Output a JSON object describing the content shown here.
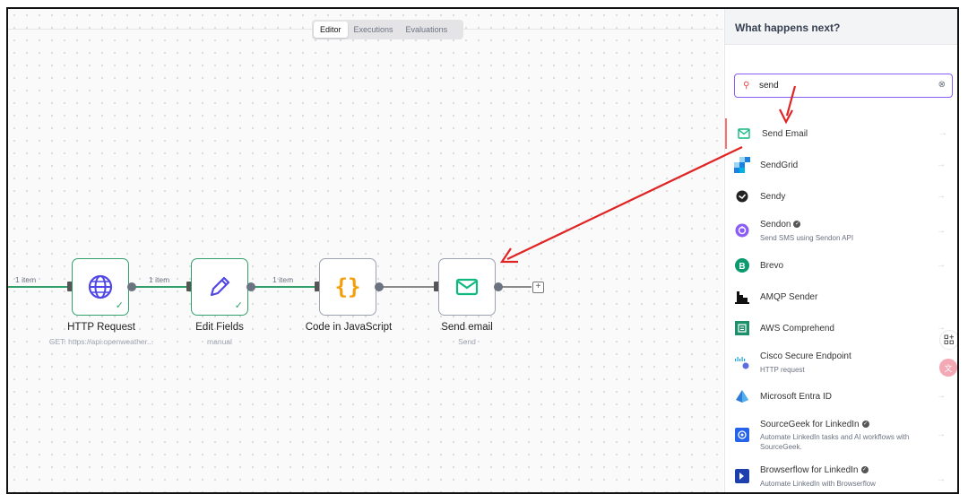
{
  "tabs": [
    {
      "label": "Editor",
      "active": true
    },
    {
      "label": "Executions"
    },
    {
      "label": "Evaluations"
    }
  ],
  "nodes": [
    {
      "title": "HTTP Request",
      "subtitle": "GET: https://api.openweather...",
      "icon": "globe-icon",
      "status": "success"
    },
    {
      "title": "Edit Fields",
      "subtitle": "manual",
      "icon": "pencil-icon",
      "status": "success"
    },
    {
      "title": "Code in JavaScript",
      "subtitle": "",
      "icon": "code-braces-icon"
    },
    {
      "title": "Send email",
      "subtitle": "Send",
      "icon": "envelope-icon"
    }
  ],
  "edges": [
    {
      "label": "1 item"
    },
    {
      "label": "1 item"
    },
    {
      "label": "1 item"
    }
  ],
  "panel": {
    "title": "What happens next?",
    "search": {
      "value": "send"
    },
    "items": [
      {
        "name": "Send Email",
        "desc": "",
        "icon": "envelope-icon",
        "highlighted": true
      },
      {
        "name": "SendGrid",
        "desc": "",
        "icon": "sendgrid-icon"
      },
      {
        "name": "Sendy",
        "desc": "",
        "icon": "sendy-icon"
      },
      {
        "name": "Sendon",
        "desc": "Send SMS using Sendon API",
        "icon": "sendon-icon",
        "verified": true
      },
      {
        "name": "Brevo",
        "desc": "",
        "icon": "brevo-icon"
      },
      {
        "name": "AMQP Sender",
        "desc": "",
        "icon": "amqp-icon"
      },
      {
        "name": "AWS Comprehend",
        "desc": "",
        "icon": "aws-comprehend-icon"
      },
      {
        "name": "Cisco Secure Endpoint",
        "desc": "HTTP request",
        "icon": "cisco-icon"
      },
      {
        "name": "Microsoft Entra ID",
        "desc": "",
        "icon": "entra-icon"
      },
      {
        "name": "SourceGeek for LinkedIn",
        "desc": "Automate LinkedIn tasks and AI workflows with SourceGeek.",
        "icon": "sourcegeek-icon",
        "verified": true
      },
      {
        "name": "Browserflow for LinkedIn",
        "desc": "Automate LinkedIn with Browserflow",
        "icon": "browserflow-icon",
        "verified": true
      }
    ]
  },
  "colors": {
    "success": "#31a06b",
    "accent": "#8b5cf6",
    "annotation": "#e02424"
  }
}
